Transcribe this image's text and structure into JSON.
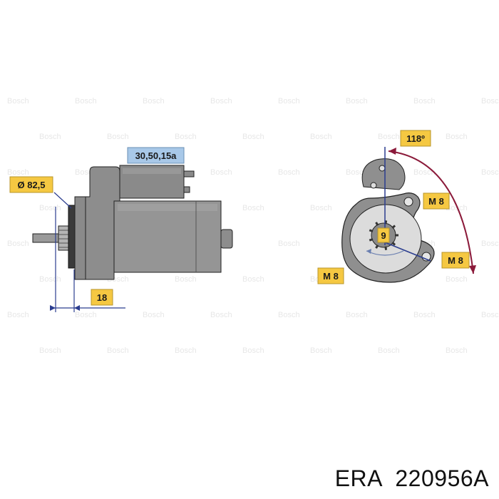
{
  "labels": {
    "terminal": "30,50,15a",
    "diameter": "Ø 82,5",
    "offset": "18",
    "angle": "118º",
    "bolt_top": "M 8",
    "bolt_right": "M 8",
    "bolt_left": "M 8",
    "teeth": "9"
  },
  "watermark": "Bosch",
  "caption": {
    "brand": "ERA",
    "part_number": "220956A"
  },
  "colors": {
    "label_yellow": "#f5c842",
    "label_blue": "#a8c8e8",
    "body_gray": "#8f8f8f",
    "dim_blue": "#2b3d8f",
    "arc_red": "#8b1a3a"
  }
}
